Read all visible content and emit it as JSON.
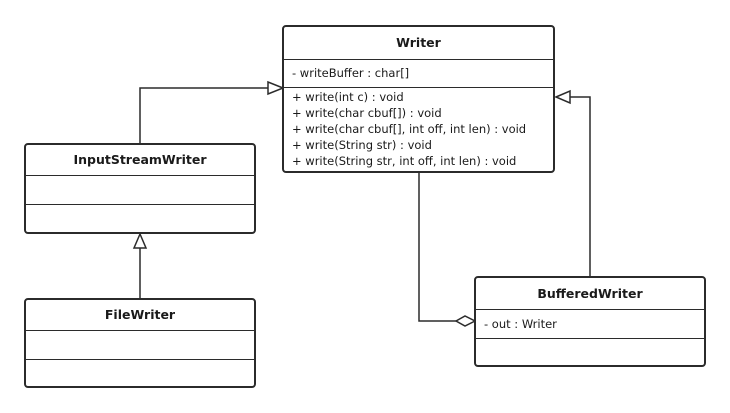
{
  "classes": {
    "writer": {
      "name": "Writer",
      "attributes": [
        "- writeBuffer : char[]"
      ],
      "operations": [
        "+ write(int c) : void",
        "+ write(char cbuf[]) : void",
        "+ write(char cbuf[], int off, int len) : void",
        "+ write(String str) : void",
        "+ write(String str, int off, int len) : void"
      ]
    },
    "input_stream_writer": {
      "name": "InputStreamWriter",
      "attributes": [],
      "operations": []
    },
    "file_writer": {
      "name": "FileWriter",
      "attributes": [],
      "operations": []
    },
    "buffered_writer": {
      "name": "BufferedWriter",
      "attributes": [
        "- out :  Writer"
      ],
      "operations": []
    }
  },
  "relationships": [
    {
      "type": "generalization",
      "from": "InputStreamWriter",
      "to": "Writer"
    },
    {
      "type": "generalization",
      "from": "FileWriter",
      "to": "InputStreamWriter"
    },
    {
      "type": "generalization",
      "from": "BufferedWriter",
      "to": "Writer"
    },
    {
      "type": "aggregation",
      "whole": "BufferedWriter",
      "part": "Writer"
    }
  ]
}
